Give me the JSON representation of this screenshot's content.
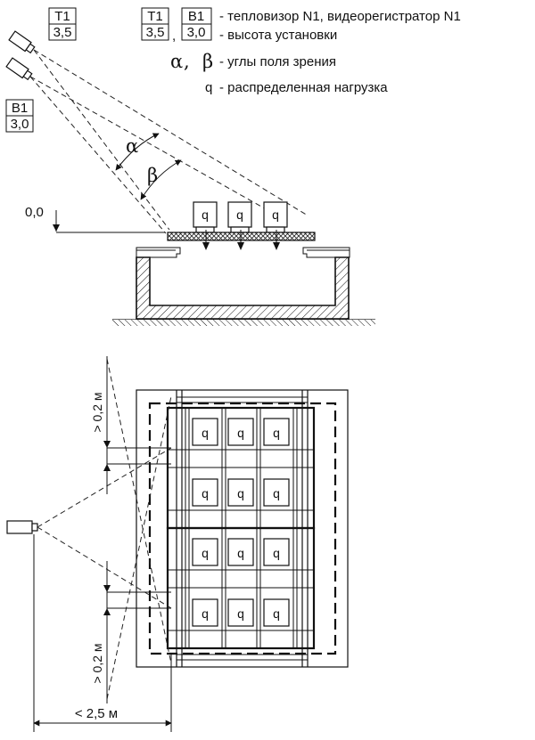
{
  "legend": {
    "thermal_tag": "T1",
    "thermal_height": "3,5",
    "video_tag": "B1",
    "video_height": "3,0",
    "comma": ",",
    "devices_text": "- тепловизор N1, видеорегистратор N1",
    "height_text": "- высота установки",
    "alpha": "α",
    "alpha_comma": ",",
    "beta": "β",
    "angles_text": "- углы поля зрения",
    "q_symbol": "q",
    "load_text": "- распределенная нагрузка"
  },
  "side_view": {
    "camera_t_tag": "T1",
    "camera_t_height": "3,5",
    "camera_b_tag": "B1",
    "camera_b_height": "3,0",
    "alpha_label": "α",
    "beta_label": "β",
    "level_label": "0,0",
    "load_labels": [
      "q",
      "q",
      "q"
    ]
  },
  "plan_view": {
    "load_labels": [
      "q",
      "q",
      "q",
      "q",
      "q",
      "q",
      "q",
      "q",
      "q",
      "q",
      "q",
      "q"
    ],
    "dim_top": "> 0,2 м",
    "dim_bottom": "> 0,2 м",
    "dim_horizontal": "< 2,5 м"
  }
}
